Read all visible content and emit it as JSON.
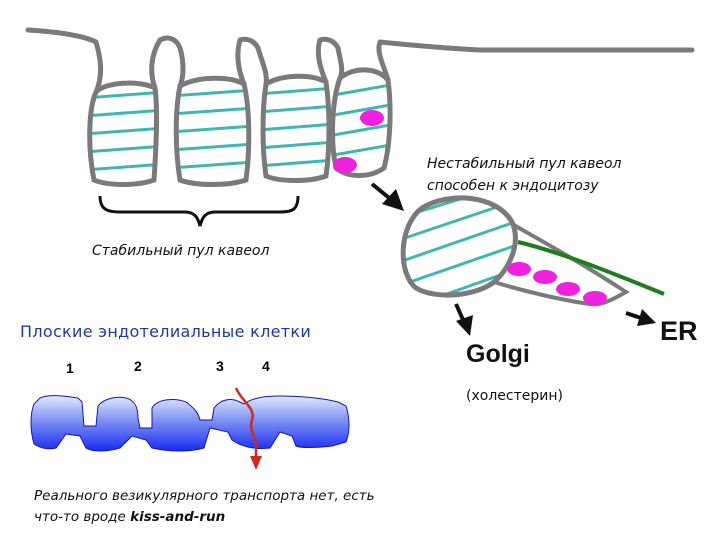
{
  "labels": {
    "stable_pool": "Стабильный пул кавеол",
    "unstable_pool_line1": "Нестабильный пул кавеол",
    "unstable_pool_line2": "способен к эндоцитозу",
    "golgi": "Golgi",
    "cholesterol": "(холестерин)",
    "er": "ER",
    "cells_title": "Плоские эндотелиальные клетки",
    "cell_numbers": [
      "1",
      "2",
      "3",
      "4"
    ],
    "note_line1": "Реального везикулярного транспорта нет, есть",
    "note_line2_prefix": "что-то вроде ",
    "note_line2_bold": "kiss-and-run"
  },
  "colors": {
    "membrane": "#7a7a7a",
    "stripes": "#3fb6b2",
    "vesicle": "#ee22dd",
    "er_line": "#1e7d1e",
    "cell_blue_top": "#dde6ff",
    "cell_blue_bottom": "#1a2cf0",
    "transport_arrow": "#cc2b1e",
    "arrow": "#111111",
    "title_blue": "#1f3a9c"
  }
}
